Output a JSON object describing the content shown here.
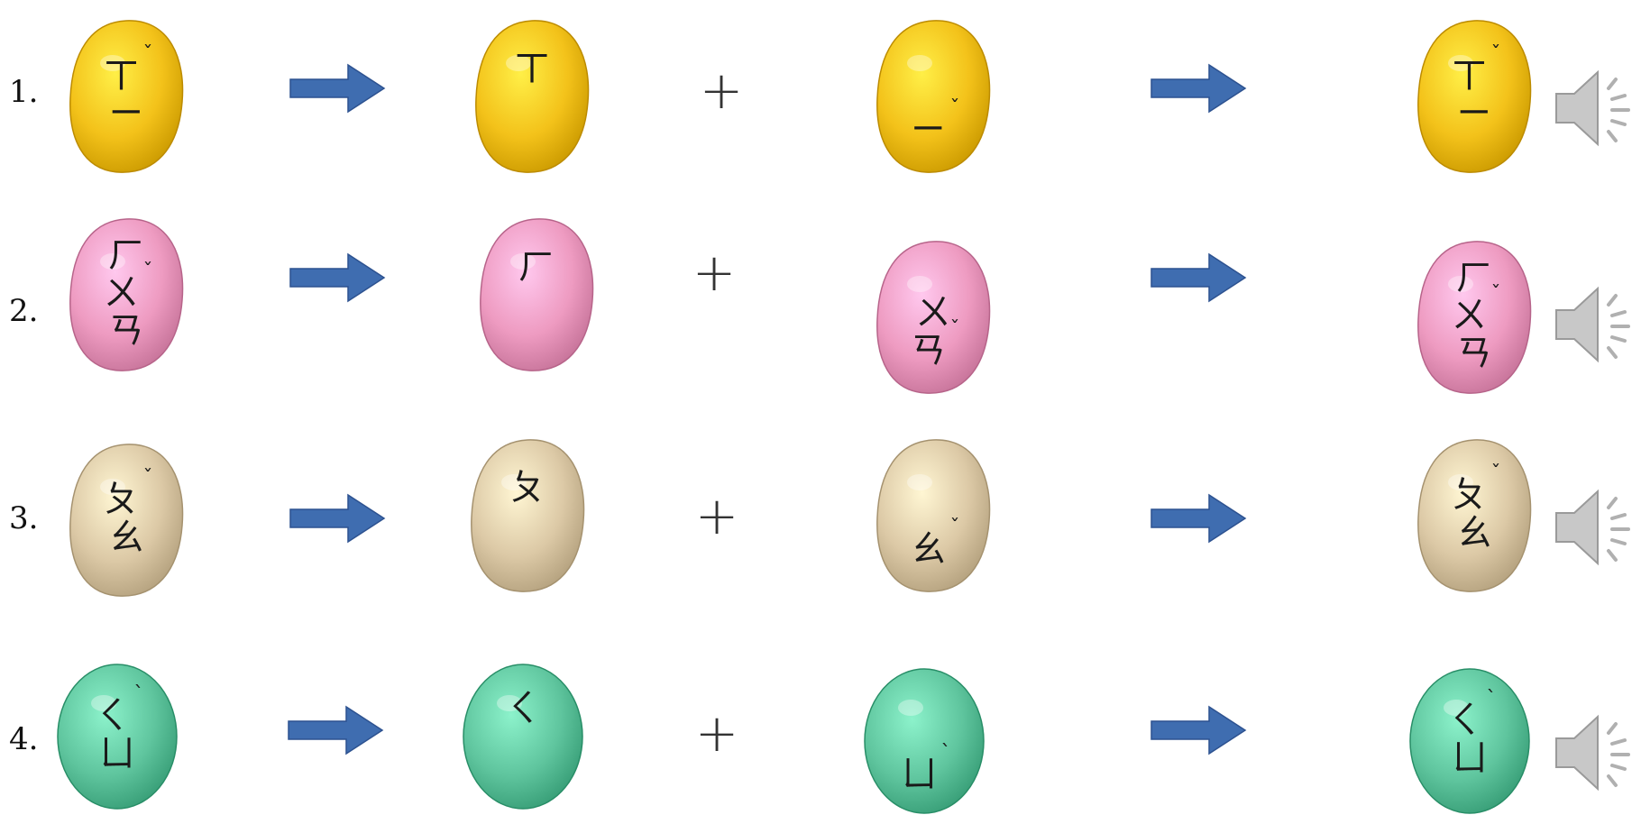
{
  "rows": [
    {
      "number": "1.",
      "color": "#F3C21A",
      "full": {
        "top": "ㄒ",
        "bottom": "ㄧ",
        "tone": "ˇ"
      },
      "initial": "ㄒ",
      "final": {
        "symbol": "ㄧ",
        "tone": "ˇ"
      }
    },
    {
      "number": "2.",
      "color": "#EE9BC1",
      "full": {
        "top": "ㄏ",
        "middle": "ㄨ",
        "bottom": "ㄢ",
        "tone": "ˇ"
      },
      "initial": "ㄏ",
      "final": {
        "top": "ㄨ",
        "symbol": "ㄢ",
        "tone": "ˇ"
      }
    },
    {
      "number": "3.",
      "color": "#DCC9A6",
      "full": {
        "top": "ㄆ",
        "bottom": "ㄠ",
        "tone": "ˇ"
      },
      "initial": "ㄆ",
      "final": {
        "symbol": "ㄠ",
        "tone": "ˇ"
      }
    },
    {
      "number": "4.",
      "color": "#5FC59E",
      "full": {
        "top": "ㄑ",
        "bottom": "ㄩ",
        "tone": "ˋ"
      },
      "initial": "ㄑ",
      "final": {
        "symbol": "ㄩ",
        "tone": "ˋ"
      }
    }
  ],
  "plus_symbol": "+",
  "icons": {
    "arrow": "arrow-right-icon",
    "speaker": "speaker-icon"
  },
  "colors": {
    "arrow": "#3F6DB0",
    "speaker": "#C8C8C8"
  }
}
